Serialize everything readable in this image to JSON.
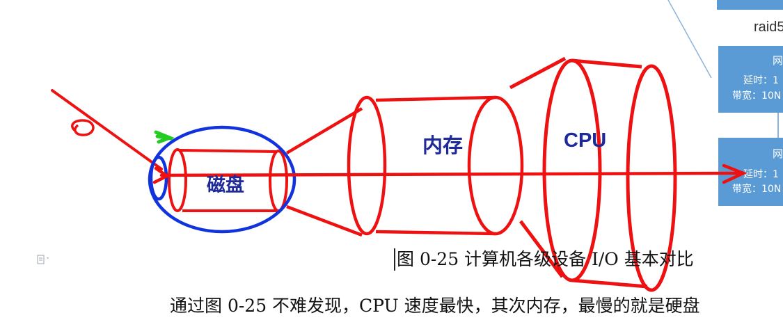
{
  "diagram": {
    "labels": {
      "disk": "磁盘",
      "memory": "内存",
      "cpu": "CPU"
    },
    "raid_label": "raid5",
    "network_boxes": [
      {
        "title": "网",
        "latency": "延时：1",
        "bandwidth": "带宽：10N"
      },
      {
        "title": "网",
        "latency": "延时：1",
        "bandwidth": "带宽：10N"
      }
    ],
    "handwritten_digit": "0"
  },
  "caption": "图 0-25  计算机各级设备 I/O 基本对比",
  "body_text": "通过图 0-25 不难发现，CPU 速度最快，其次内存，最慢的就是硬盘",
  "colors": {
    "red_ink": "#ee1111",
    "blue_ink": "#1133dd",
    "green_ink": "#22cc22",
    "net_box": "#5b9bd5",
    "label_blue": "#1f2a9a"
  }
}
